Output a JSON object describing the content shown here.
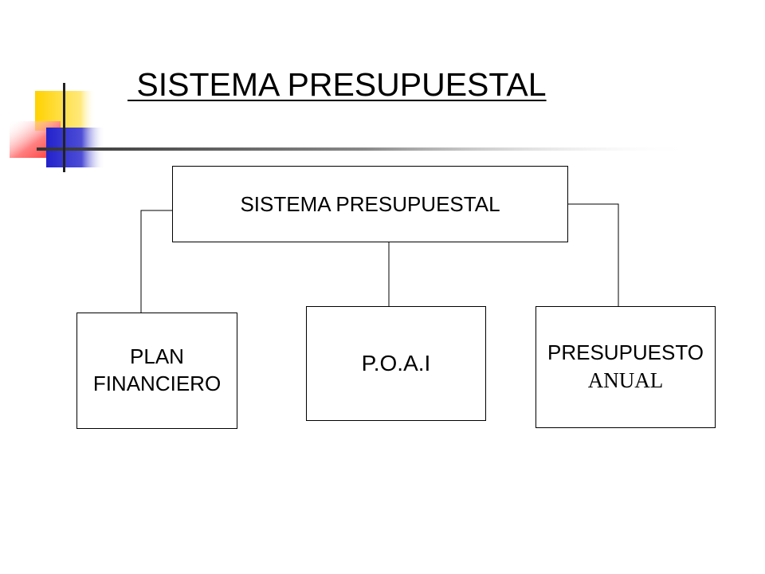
{
  "slide": {
    "title": " SISTEMA PRESUPUESTAL"
  },
  "diagram": {
    "root": {
      "label": "SISTEMA PRESUPUESTAL"
    },
    "children": [
      {
        "line1": "PLAN",
        "line2": "FINANCIERO"
      },
      {
        "line1": "P.O.A.I"
      },
      {
        "line1": "PRESUPUESTO",
        "line2": "ANUAL"
      }
    ]
  },
  "colors": {
    "accent_yellow": "#ffd700",
    "accent_red": "#ff5050",
    "accent_blue": "#3333cc",
    "rule_dark": "#555555"
  }
}
